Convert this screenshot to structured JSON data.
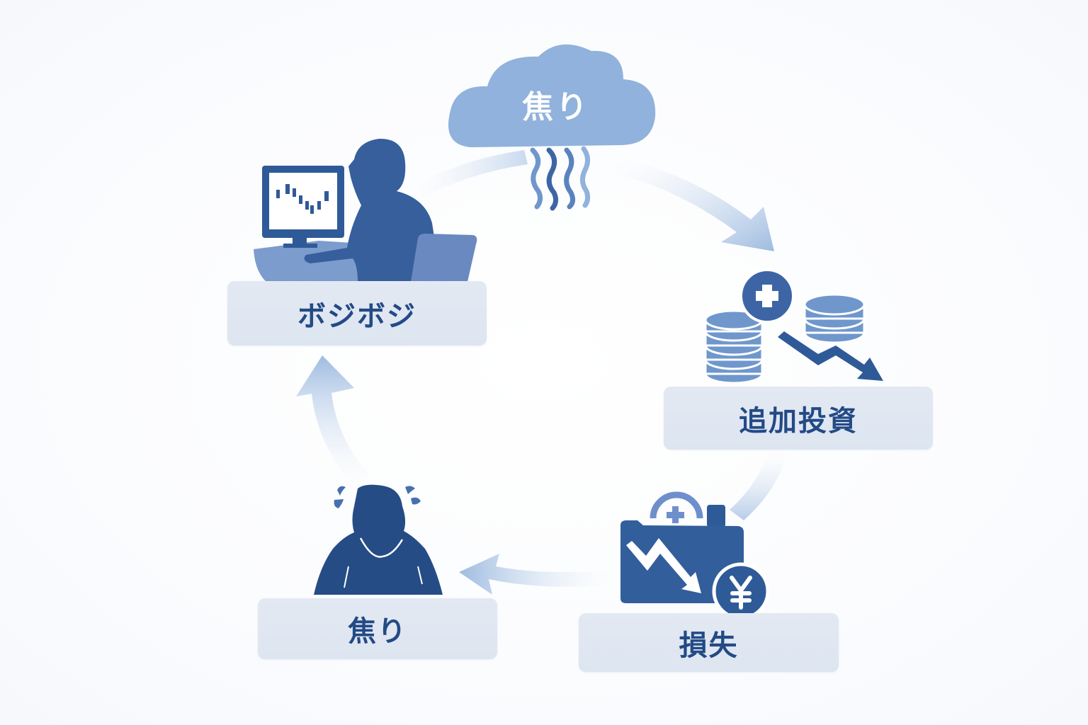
{
  "diagram": {
    "type": "cycle",
    "center_top": {
      "label": "焦り",
      "icon": "anxiety-cloud-icon"
    },
    "nodes": [
      {
        "id": "position",
        "label": "ボジボジ",
        "icon": "person-at-computer-trading-icon"
      },
      {
        "id": "additional-investment",
        "label": "追加投資",
        "icon": "coins-plus-downtrend-icon"
      },
      {
        "id": "loss",
        "label": "損失",
        "icon": "folder-downtrend-yen-icon"
      },
      {
        "id": "anxiety",
        "label": "焦り",
        "icon": "stressed-person-icon"
      }
    ],
    "flow": [
      "ボジボジ",
      "焦り",
      "追加投資",
      "損失",
      "焦り",
      "ボジボジ"
    ],
    "colors": {
      "primary": "#2f5a98",
      "dark": "#234a86",
      "light": "#8fb2dc",
      "arrow": "#a9c3e3",
      "label_bg": "#e0e7f2",
      "label_text": "#234a86"
    }
  }
}
